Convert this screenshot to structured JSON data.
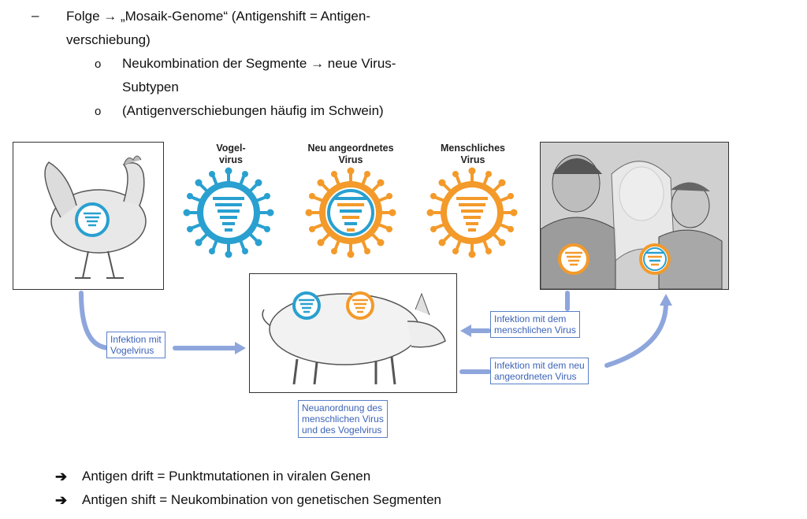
{
  "top_text": {
    "line1": "Folge → „Mosaik-Genome“  (Antigenshift = Antigen-",
    "line1b": "verschiebung)",
    "sub1": "Neukombination der Segmente → neue Virus-",
    "sub1b": "Subtypen",
    "sub2": "(Antigenverschiebungen häufig im Schwein)",
    "dash": "–",
    "bullet": "o"
  },
  "diagram": {
    "virus_labels": {
      "avian": [
        "Vogel-",
        "virus"
      ],
      "reassorted": [
        "Neu angeordnetes",
        "Virus"
      ],
      "human": [
        "Menschliches",
        "Virus"
      ]
    },
    "boxes": {
      "avian_infection": [
        "Infektion mit",
        "Vogelvirus"
      ],
      "human_infection": [
        "Infektion mit dem",
        "menschlichen Virus"
      ],
      "reassorted_infection": [
        "Infektion mit dem neu",
        "angeordneten Virus"
      ],
      "reassortment": [
        "Neuanordnung des",
        "menschlichen Virus",
        "und des Vogelvirus"
      ]
    },
    "colors": {
      "blue": "#29a0d0",
      "orange": "#f39a2a",
      "arrow": "#8ea6dc"
    }
  },
  "bottom_text": {
    "arrow_symbol": "➔",
    "drift": "Antigen drift = Punktmutationen in viralen Genen",
    "shift": "Antigen shift = Neukombination von genetischen Segmenten"
  }
}
